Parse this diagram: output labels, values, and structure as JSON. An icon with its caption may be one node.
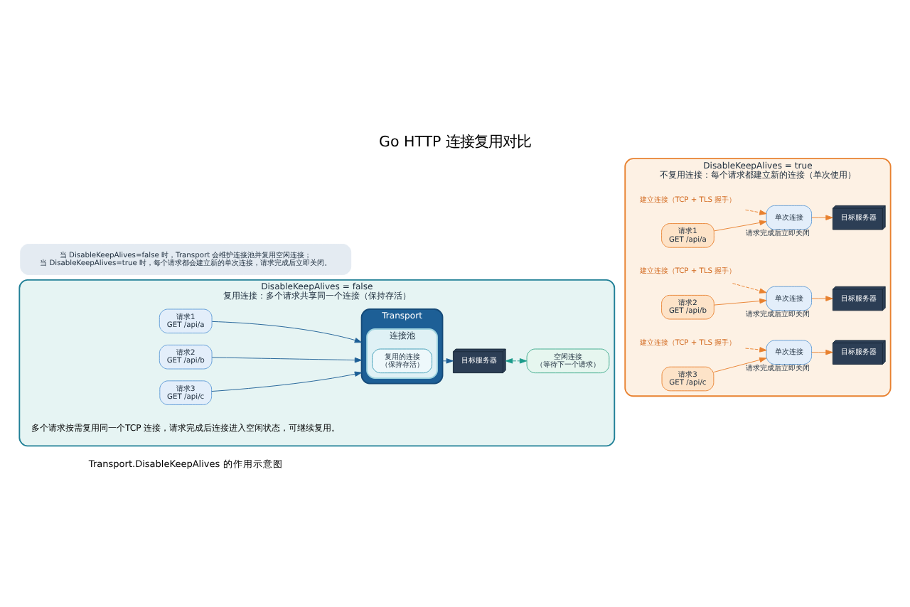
{
  "diagram": {
    "title": "Go HTTP 连接复用对比",
    "nodes": [
      {
        "text": [
          "DisableKeepAlives = false",
          "复用连接：多个请求共享同一个连接（保持存活）"
        ]
      },
      {
        "text": [
          "请求1",
          "GET /api/a"
        ],
        "in": 0
      },
      {
        "text": [
          "请求2",
          "GET /api/b"
        ],
        "in": 0
      },
      {
        "text": [
          "请求3",
          "GET /api/c"
        ],
        "in": 0
      },
      {
        "text": [
          "Transport"
        ],
        "in": 0
      },
      {
        "text": [
          "连接池"
        ],
        "in": 4
      },
      {
        "text": [
          "复用的连接",
          "（保持存活）"
        ],
        "in": 5
      },
      {
        "text": [
          "目标服务器"
        ],
        "in": 0
      },
      {
        "text": [
          "空闲连接",
          "（等待下一个请求）"
        ],
        "in": 0
      },
      {
        "text": [
          "DisableKeepAlives = true",
          "不复用连接：每个请求都建立新的连接（单次使用）"
        ]
      },
      {
        "text": [
          "建立连接（TCP + TLS 握手）"
        ],
        "in": 9
      },
      {
        "text": [
          "请求1",
          "GET /api/a"
        ],
        "in": 9
      },
      {
        "text": [
          "单次连接"
        ],
        "beside": [
          "请求完成后立即关闭"
        ],
        "in": 9
      },
      {
        "text": [
          "目标服务器"
        ],
        "in": 9
      },
      {
        "text": [
          "建立连接（TCP + TLS 握手）"
        ],
        "in": 9
      },
      {
        "text": [
          "请求2",
          "GET /api/b"
        ],
        "in": 9
      },
      {
        "text": [
          "单次连接"
        ],
        "beside": [
          "请求完成后立即关闭"
        ],
        "in": 9
      },
      {
        "text": [
          "目标服务器"
        ],
        "in": 9
      },
      {
        "text": [
          "建立连接（TCP + TLS 握手）"
        ],
        "in": 9
      },
      {
        "text": [
          "请求3",
          "GET /api/c"
        ],
        "in": 9
      },
      {
        "text": [
          "单次连接"
        ],
        "beside": [
          "请求完成后立即关闭"
        ],
        "in": 9
      },
      {
        "text": [
          "目标服务器"
        ],
        "in": 9
      },
      {
        "text": [
          "当 DisableKeepAlives=false 时，Transport 会维护连接池并复用空闲连接；",
          "当 DisableKeepAlives=true 时，每个请求都会建立新的单次连接，请求完成后立即关闭。"
        ]
      }
    ],
    "edges": [
      {
        "from": 1,
        "to": 4,
        "arrow": "to",
        "color": "#1d5f96"
      },
      {
        "from": 2,
        "to": 4,
        "arrow": "to",
        "color": "#1d5f96"
      },
      {
        "from": 3,
        "to": 4,
        "arrow": "to",
        "color": "#1d5f96"
      },
      {
        "from": 4,
        "to": 7,
        "arrow": "to",
        "color": "#1d5f96"
      },
      {
        "from": 7,
        "to": 8,
        "arrow": "both",
        "style": "dashed",
        "color": "#1a9a8a"
      },
      {
        "from": 10,
        "to": 12,
        "arrow": "to",
        "style": "dashed"
      },
      {
        "from": 11,
        "to": 12,
        "arrow": "to"
      },
      {
        "from": 12,
        "to": 13,
        "arrow": "to"
      },
      {
        "from": 14,
        "to": 16,
        "arrow": "to",
        "style": "dashed"
      },
      {
        "from": 15,
        "to": 16,
        "arrow": "to"
      },
      {
        "from": 16,
        "to": 17,
        "arrow": "to"
      },
      {
        "from": 18,
        "to": 20,
        "arrow": "to",
        "style": "dashed"
      },
      {
        "from": 19,
        "to": 20,
        "arrow": "to"
      },
      {
        "from": 20,
        "to": 21,
        "arrow": "to"
      }
    ],
    "labels": [
      "Transport.DisableKeepAlives 的作用示意图",
      "多个请求按需复用同一个TCP 连接，请求完成后连接进入空闲状态，可继续复用。"
    ]
  }
}
